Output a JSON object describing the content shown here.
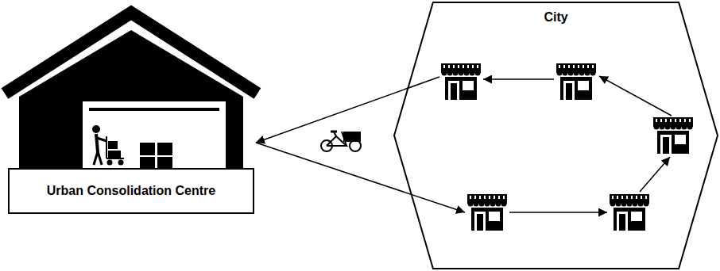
{
  "diagram": {
    "nodes": [
      {
        "text": [
          "Urban Consolidation Centre"
        ]
      },
      {
        "text": [
          "City"
        ]
      }
    ],
    "edges": [
      {
        "from": 1,
        "to": 0,
        "arrow": "to"
      },
      {
        "from": 0,
        "to": 1,
        "arrow": "to"
      }
    ]
  }
}
